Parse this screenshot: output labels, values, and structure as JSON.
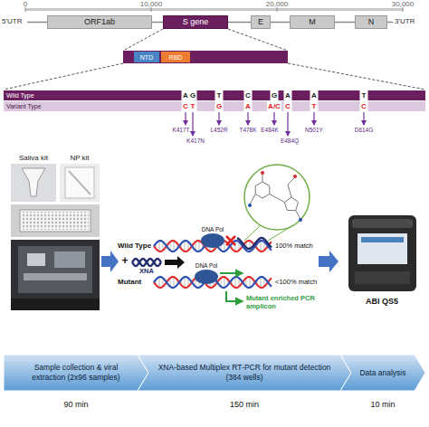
{
  "diagram": {
    "nodes": [
      {
        "text": [
          "ORF1ab"
        ]
      },
      {
        "text": [
          "S gene"
        ]
      },
      {
        "text": [
          "E"
        ]
      },
      {
        "text": [
          "M"
        ]
      },
      {
        "text": [
          "N"
        ]
      },
      {
        "text": [
          "NTD"
        ]
      },
      {
        "text": [
          "RBD"
        ]
      },
      {
        "text": [
          "Wild Type"
        ]
      },
      {
        "text": [
          "Variant Type"
        ]
      },
      {
        "text": [
          "Sample collection & viral extraction (2x96 samples)"
        ]
      },
      {
        "text": [
          "XNA-based Multiplex RT-PCR for mutant detection (384 wells)"
        ]
      },
      {
        "text": [
          "Data analysis"
        ]
      }
    ],
    "labels": [
      "0",
      "10,000",
      "20,000",
      "30,000",
      "5'UTR",
      "3'UTR",
      "A",
      "G",
      "T",
      "C",
      "G",
      "A",
      "A",
      "T",
      "C",
      "T",
      "G",
      "A",
      "A/C",
      "C",
      "T",
      "C",
      "K417T",
      "K417N",
      "L452R",
      "T478K",
      "E484K",
      "E484Q",
      "N501Y",
      "D614G",
      "Saliva kit",
      "NP kit",
      "Wild Type",
      "DNA Pol",
      "100% match",
      "+",
      "XNA",
      "Mutant",
      "DNA Pol",
      "<100% match",
      "Mutant enriched PCR amplicon",
      "ABI QS5",
      "90 min",
      "150 min",
      "10 min"
    ]
  }
}
